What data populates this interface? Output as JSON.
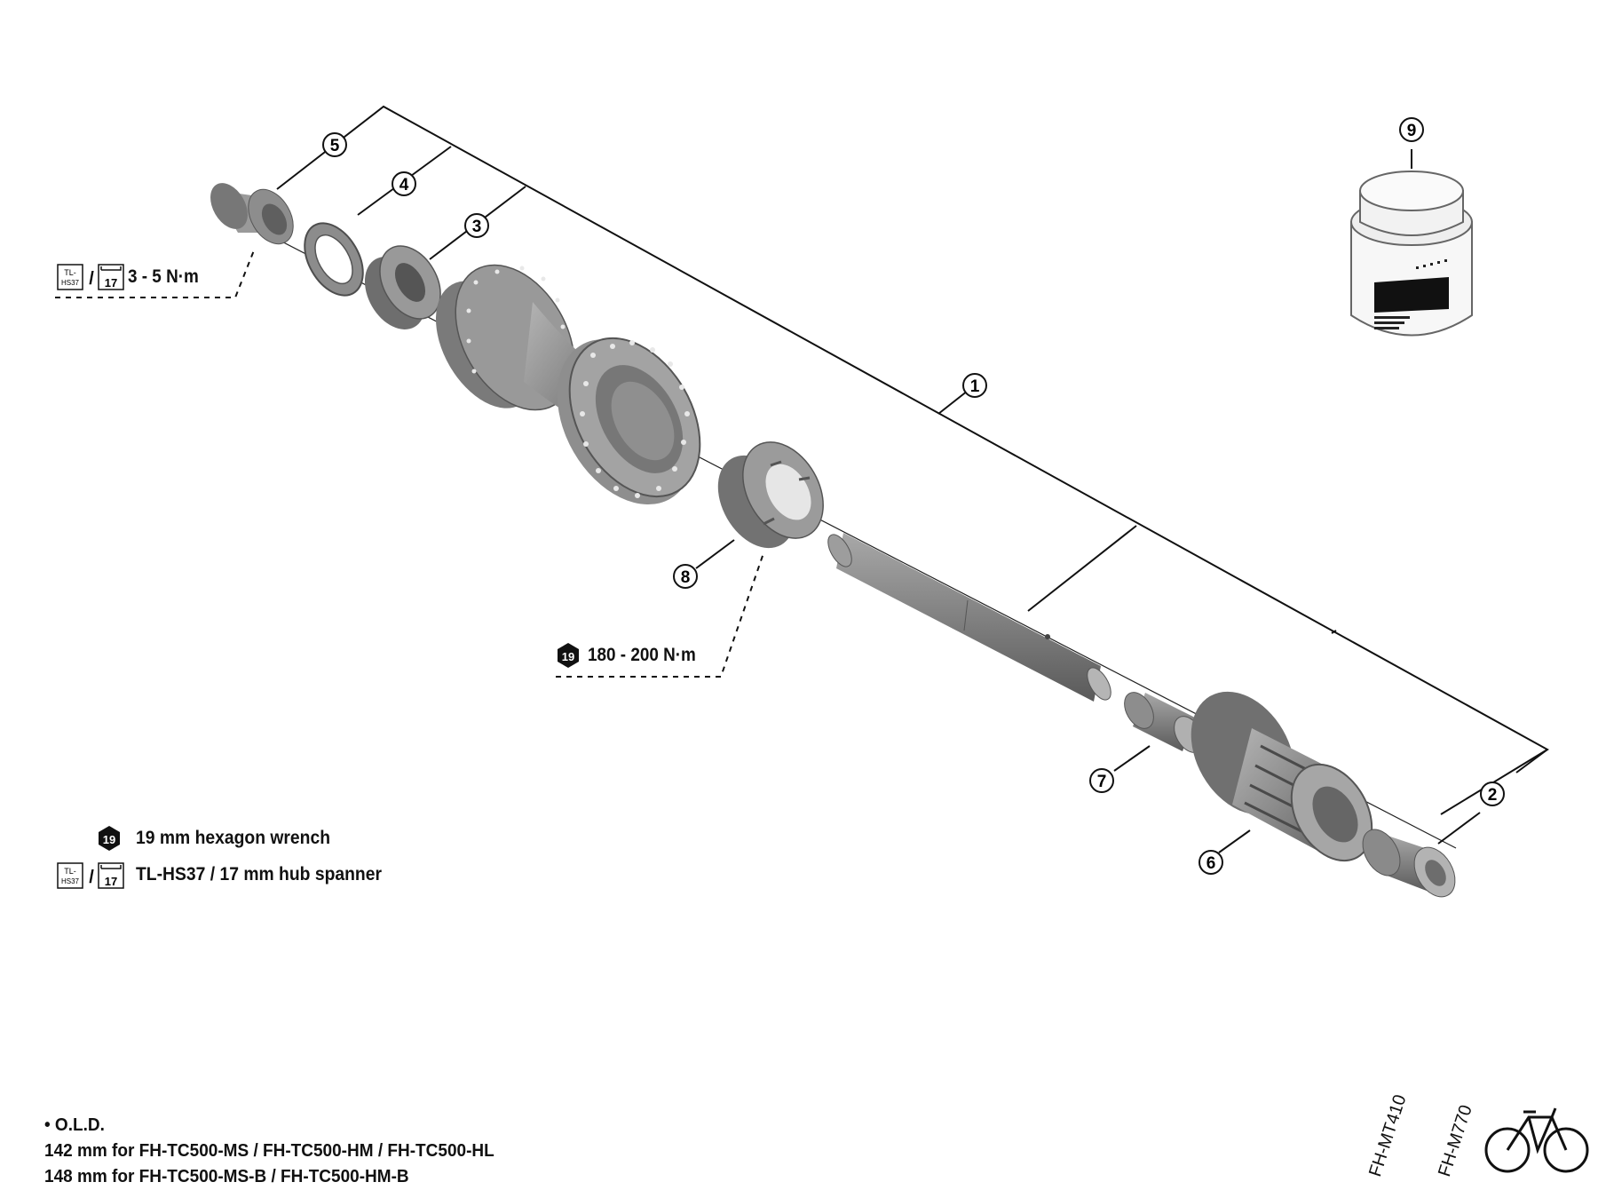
{
  "callouts": [
    "1",
    "2",
    "3",
    "4",
    "5",
    "6",
    "7",
    "8",
    "9"
  ],
  "torque_left": {
    "tool_small": "TL-",
    "tool_small2": "HS37",
    "hub_spanner_size": "17",
    "slash": "/",
    "value": "3 - 5 N·m"
  },
  "torque_mid": {
    "hex_size": "19",
    "value": "180 - 200 N·m"
  },
  "legend": {
    "hex_wrench": "19 mm hexagon wrench",
    "hub_spanner": "TL-HS37 / 17 mm hub spanner"
  },
  "old": {
    "heading": "• O.L.D.",
    "line1": "142 mm for FH-TC500-MS / FH-TC500-HM / FH-TC500-HL",
    "line2": "148 mm for FH-TC500-MS-B / FH-TC500-HM-B"
  },
  "models": [
    "FH-MT410",
    "FH-M770"
  ],
  "icons": [
    "hexagon-wrench-icon",
    "hub-spanner-icon",
    "bicycle-icon"
  ],
  "colors": {
    "part_fill": "#8a8a8a",
    "part_dark": "#5d5d5d",
    "line": "#111111"
  }
}
